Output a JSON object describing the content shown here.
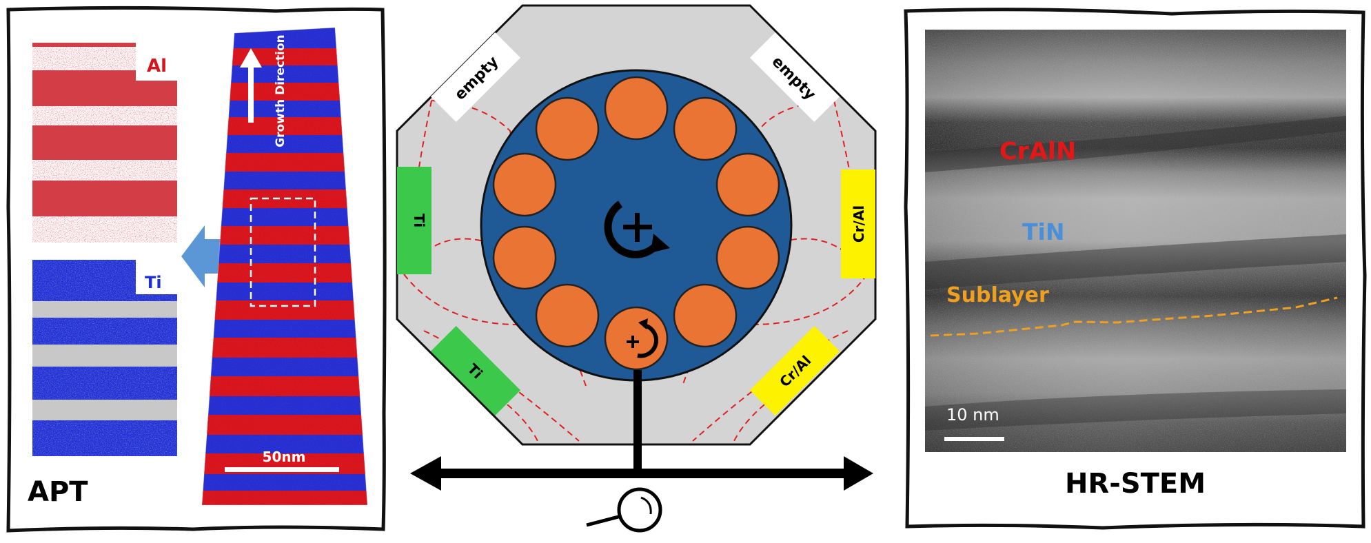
{
  "apt": {
    "label": "APT",
    "al_label": "Al",
    "ti_label": "Ti",
    "growth_direction": "Growth Direction",
    "scale_bar": "50nm"
  },
  "chamber": {
    "targets": {
      "top_left": "empty",
      "top_right": "empty",
      "left": "Ti",
      "right": "Cr/Al",
      "bottom_left": "Ti",
      "bottom_right": "Cr/Al"
    }
  },
  "stem": {
    "label": "HR-STEM",
    "cralN": "CrAlN",
    "tin": "TiN",
    "sublayer": "Sublayer",
    "scale_bar": "10 nm"
  },
  "colors": {
    "al_red": "#d7141c",
    "ti_blue": "#1f2fd8",
    "chamber_gray": "#d4d4d4",
    "table_blue": "#1f5a96",
    "substrate_orange": "#ea7433",
    "ti_target_green": "#3cc84a",
    "cral_target_yellow": "#fdf200",
    "sublayer_orange": "#f0a020",
    "tin_label_blue": "#4a8fd8",
    "arrow_blue": "#5b97d6"
  }
}
